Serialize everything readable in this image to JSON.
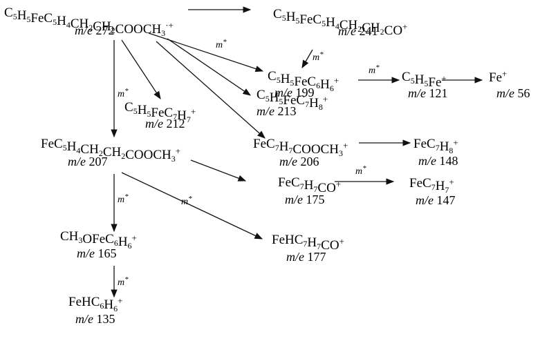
{
  "fragments": [
    {
      "id": "f272",
      "formula": "C5H5FeC5H4CH2CH2COOCH3·+",
      "me": "m/e 272"
    },
    {
      "id": "f241",
      "formula": "C5H5FeC5H4CH2CH2CO+",
      "me": "m/e 241"
    },
    {
      "id": "f199",
      "formula": "C5H5FeC6H6+",
      "me": "m/e 199"
    },
    {
      "id": "f121",
      "formula": "C5H5Fe+",
      "me": "m/e 121"
    },
    {
      "id": "f56",
      "formula": "Fe+",
      "me": "m/e 56"
    },
    {
      "id": "f213",
      "formula": "C5H5FeC7H8+",
      "me": "m/e 213"
    },
    {
      "id": "f212",
      "formula": "C5H5FeC7H7+",
      "me": "m/e 212"
    },
    {
      "id": "f207",
      "formula": "FeC5H4CH2CH2COOCH3+",
      "me": "m/e 207"
    },
    {
      "id": "f206",
      "formula": "FeC7H7COOCH3+",
      "me": "m/e 206"
    },
    {
      "id": "f148",
      "formula": "FeC7H8+",
      "me": "m/e 148"
    },
    {
      "id": "f175",
      "formula": "FeC7H7CO+",
      "me": "m/e 175"
    },
    {
      "id": "f147",
      "formula": "FeC7H7+",
      "me": "m/e 147"
    },
    {
      "id": "f165",
      "formula": "CH3OFeC6H6+",
      "me": "m/e 165"
    },
    {
      "id": "f177",
      "formula": "FeHC7H7CO+",
      "me": "m/e 177"
    },
    {
      "id": "f135",
      "formula": "FeHC6H6+",
      "me": "m/e 135"
    }
  ],
  "transitions": [
    {
      "from": "f272",
      "to": "f241",
      "metastable": ""
    },
    {
      "from": "f272",
      "to": "f199",
      "metastable": "m*"
    },
    {
      "from": "f241",
      "to": "f199",
      "metastable": "m*"
    },
    {
      "from": "f199",
      "to": "f121",
      "metastable": "m*"
    },
    {
      "from": "f121",
      "to": "f56",
      "metastable": ""
    },
    {
      "from": "f272",
      "to": "f213",
      "metastable": ""
    },
    {
      "from": "f272",
      "to": "f212",
      "metastable": ""
    },
    {
      "from": "f272",
      "to": "f207",
      "metastable": "m*"
    },
    {
      "from": "f272",
      "to": "f206",
      "metastable": ""
    },
    {
      "from": "f206",
      "to": "f148",
      "metastable": ""
    },
    {
      "from": "f207",
      "to": "f175",
      "metastable": ""
    },
    {
      "from": "f175",
      "to": "f147",
      "metastable": "m*"
    },
    {
      "from": "f207",
      "to": "f165",
      "metastable": "m*"
    },
    {
      "from": "f207",
      "to": "f177",
      "metastable": "m*"
    },
    {
      "from": "f165",
      "to": "f135",
      "metastable": "m*"
    }
  ]
}
